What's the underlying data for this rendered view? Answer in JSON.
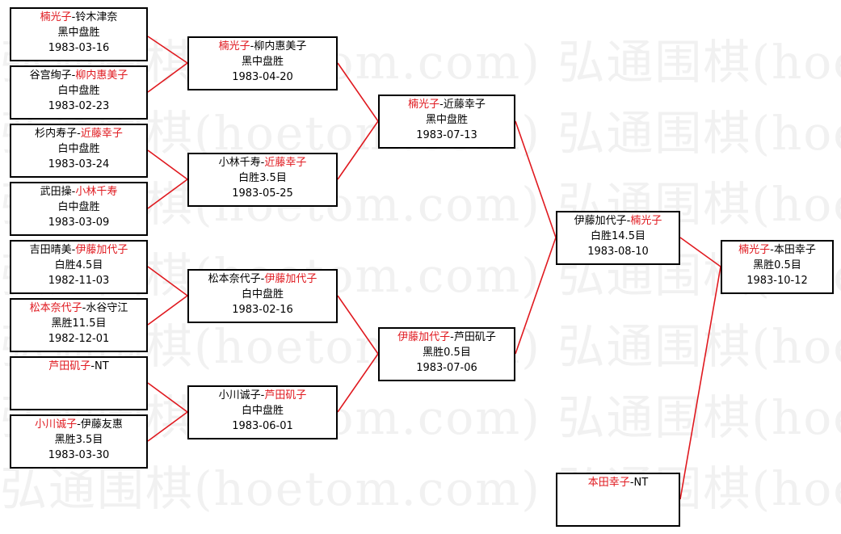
{
  "watermark": "弘通围棋(hoetom.com)",
  "matches": [
    {
      "id": "r1-1",
      "p1": "楠光子",
      "p2": "铃木津奈",
      "winner": 1,
      "result": "黑中盘胜",
      "date": "1983-03-16"
    },
    {
      "id": "r1-2",
      "p1": "谷宫绚子",
      "p2": "柳内惠美子",
      "winner": 2,
      "result": "白中盘胜",
      "date": "1983-02-23"
    },
    {
      "id": "r1-3",
      "p1": "杉内寿子",
      "p2": "近藤幸子",
      "winner": 2,
      "result": "白中盘胜",
      "date": "1983-03-24"
    },
    {
      "id": "r1-4",
      "p1": "武田操",
      "p2": "小林千寿",
      "winner": 2,
      "result": "白中盘胜",
      "date": "1983-03-09"
    },
    {
      "id": "r1-5",
      "p1": "吉田晴美",
      "p2": "伊藤加代子",
      "winner": 2,
      "result": "白胜4.5目",
      "date": "1982-11-03"
    },
    {
      "id": "r1-6",
      "p1": "松本奈代子",
      "p2": "水谷守江",
      "winner": 1,
      "result": "黑胜11.5目",
      "date": "1982-12-01"
    },
    {
      "id": "r1-7",
      "p1": "芦田矶子",
      "p2": "NT",
      "winner": 1,
      "result": "",
      "date": ""
    },
    {
      "id": "r1-8",
      "p1": "小川诚子",
      "p2": "伊藤友惠",
      "winner": 1,
      "result": "黑胜3.5目",
      "date": "1983-03-30"
    },
    {
      "id": "r2-1",
      "p1": "楠光子",
      "p2": "柳内惠美子",
      "winner": 1,
      "result": "黑中盘胜",
      "date": "1983-04-20"
    },
    {
      "id": "r2-2",
      "p1": "小林千寿",
      "p2": "近藤幸子",
      "winner": 2,
      "result": "白胜3.5目",
      "date": "1983-05-25"
    },
    {
      "id": "r2-3",
      "p1": "松本奈代子",
      "p2": "伊藤加代子",
      "winner": 2,
      "result": "白中盘胜",
      "date": "1983-02-16"
    },
    {
      "id": "r2-4",
      "p1": "小川诚子",
      "p2": "芦田矶子",
      "winner": 2,
      "result": "白中盘胜",
      "date": "1983-06-01"
    },
    {
      "id": "r3-1",
      "p1": "楠光子",
      "p2": "近藤幸子",
      "winner": 1,
      "result": "黑中盘胜",
      "date": "1983-07-13"
    },
    {
      "id": "r3-2",
      "p1": "伊藤加代子",
      "p2": "芦田矶子",
      "winner": 1,
      "result": "黑胜0.5目",
      "date": "1983-07-06"
    },
    {
      "id": "r4-1",
      "p1": "伊藤加代子",
      "p2": "楠光子",
      "winner": 2,
      "result": "白胜14.5目",
      "date": "1983-08-10"
    },
    {
      "id": "final",
      "p1": "楠光子",
      "p2": "本田幸子",
      "winner": 1,
      "result": "黑胜0.5目",
      "date": "1983-10-12"
    },
    {
      "id": "seed",
      "p1": "本田幸子",
      "p2": "NT",
      "winner": 1,
      "result": "",
      "date": ""
    }
  ]
}
